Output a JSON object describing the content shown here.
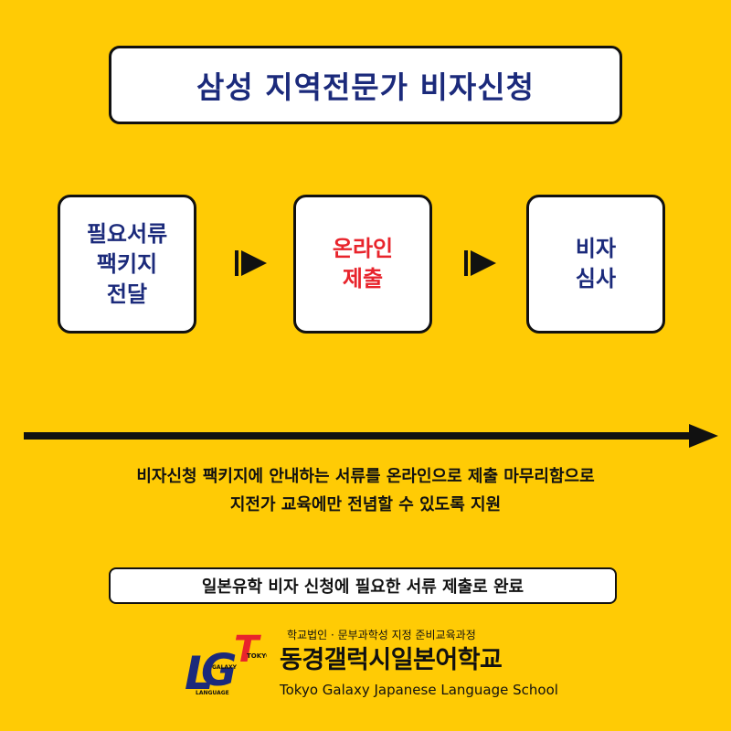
{
  "colors": {
    "background": "#FFCB05",
    "navy": "#1B2A7B",
    "red": "#E8242C",
    "border": "#111111"
  },
  "title": "삼성 지역전문가 비자신청",
  "steps": [
    {
      "lines": [
        "필요서류",
        "팩키지",
        "전달"
      ],
      "color": "navy"
    },
    {
      "lines": [
        "온라인",
        "제출"
      ],
      "color": "red"
    },
    {
      "lines": [
        "비자",
        "심사"
      ],
      "color": "navy"
    }
  ],
  "icons": {
    "step_arrow": "play-arrow-icon",
    "timeline": "long-right-arrow-icon"
  },
  "description": [
    "비자신청 팩키지에 안내하는 서류를 온라인으로 제출 마무리함으로",
    "지전가 교육에만 전념할 수 있도록 지원"
  ],
  "summary": "일본유학 비자 신청에 필요한 서류 제출로 완료",
  "school": {
    "logo_letters": {
      "L": "L",
      "G": "G",
      "T": "T"
    },
    "logo_words": {
      "tokyo": "TOKYO",
      "galaxy": "GALAXY",
      "language": "LANGUAGE"
    },
    "subtitle": "학교법인 · 문부과학성 지정 준비교육과정",
    "name_ko": "동경갤럭시일본어학교",
    "name_en": "Tokyo Galaxy Japanese Language School"
  }
}
